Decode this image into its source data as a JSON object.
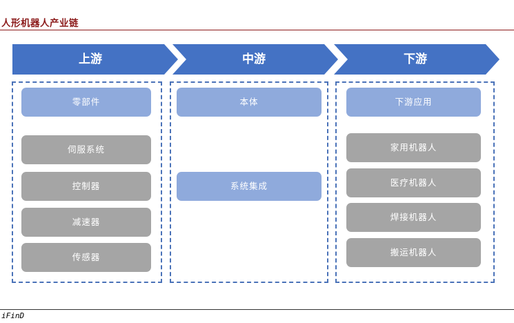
{
  "title": "人形机器人产业链",
  "source": "iFinD",
  "colors": {
    "arrow": "#4472c4",
    "head_box": "#8faadc",
    "gray_box": "#a5a5a5",
    "panel_border": "#4a72b8",
    "title": "#8b1a1a"
  },
  "stages": [
    {
      "label": "上游",
      "header": "零部件",
      "items": [
        "伺服系统",
        "控制器",
        "减速器",
        "传感器"
      ]
    },
    {
      "label": "中游",
      "header": "本体",
      "items": [
        "系统集成"
      ]
    },
    {
      "label": "下游",
      "header": "下游应用",
      "items": [
        "家用机器人",
        "医疗机器人",
        "焊接机器人",
        "搬运机器人"
      ]
    }
  ]
}
